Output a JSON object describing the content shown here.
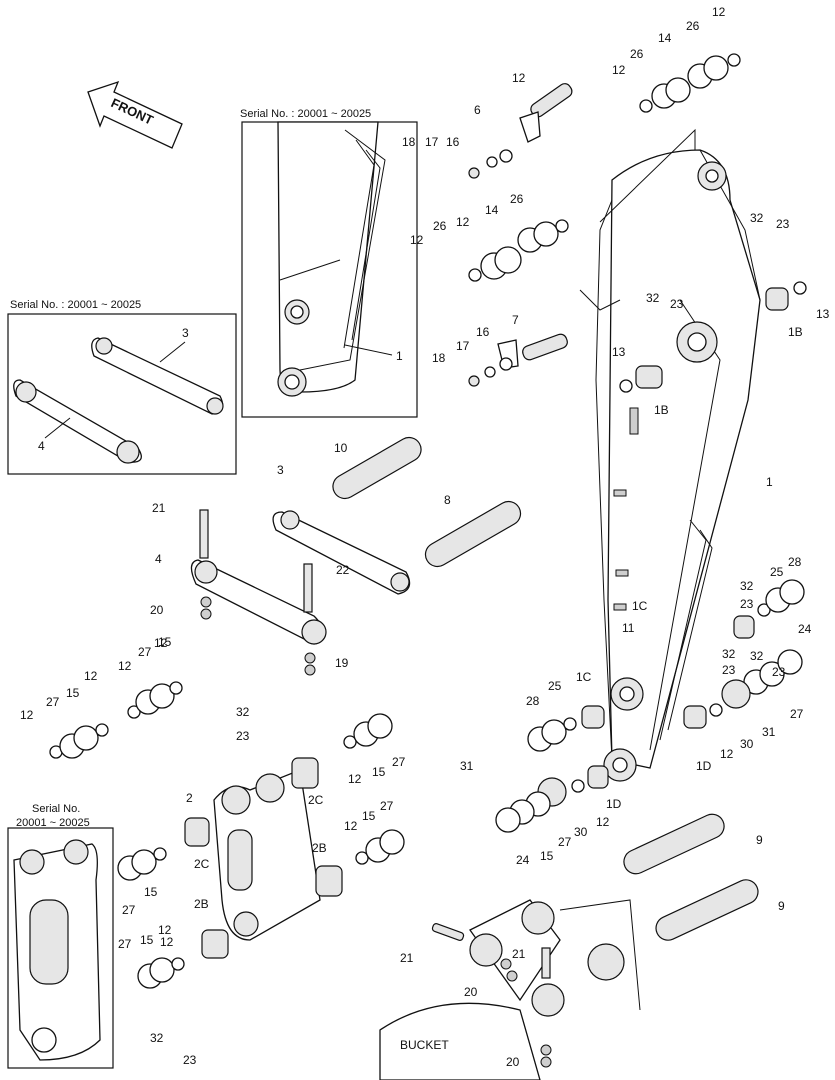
{
  "diagram": {
    "direction_arrow": "FRONT",
    "bucket_label": "BUCKET",
    "inset_boom": {
      "caption": "Serial No. : 20001 ~ 20025",
      "part_label": "1"
    },
    "inset_links": {
      "caption": "Serial No. : 20001 ~ 20025",
      "part_labels": [
        "3",
        "4"
      ]
    },
    "inset_arm": {
      "caption_line1": "Serial No.",
      "caption_line2": "20001 ~ 20025"
    }
  },
  "callouts": [
    "12",
    "26",
    "14",
    "12",
    "26",
    "12",
    "6",
    "16",
    "17",
    "18",
    "26",
    "14",
    "12",
    "26",
    "12",
    "32",
    "23",
    "32",
    "23",
    "7",
    "16",
    "17",
    "18",
    "13",
    "1B",
    "1B",
    "13",
    "1",
    "10",
    "8",
    "3",
    "21",
    "4",
    "22",
    "20",
    "19",
    "24",
    "28",
    "25",
    "32",
    "23",
    "32",
    "23",
    "1C",
    "11",
    "1C",
    "25",
    "28",
    "32",
    "23",
    "27",
    "31",
    "30",
    "12",
    "1D",
    "12",
    "1D",
    "30",
    "27",
    "15",
    "24",
    "31",
    "12",
    "27",
    "15",
    "12",
    "12",
    "27",
    "15",
    "12",
    "32",
    "23",
    "12",
    "15",
    "27",
    "2",
    "2C",
    "2C",
    "12",
    "15",
    "27",
    "2B",
    "2B",
    "27",
    "15",
    "12",
    "27",
    "15",
    "12",
    "32",
    "23",
    "9",
    "9",
    "21",
    "21",
    "20",
    "20"
  ]
}
